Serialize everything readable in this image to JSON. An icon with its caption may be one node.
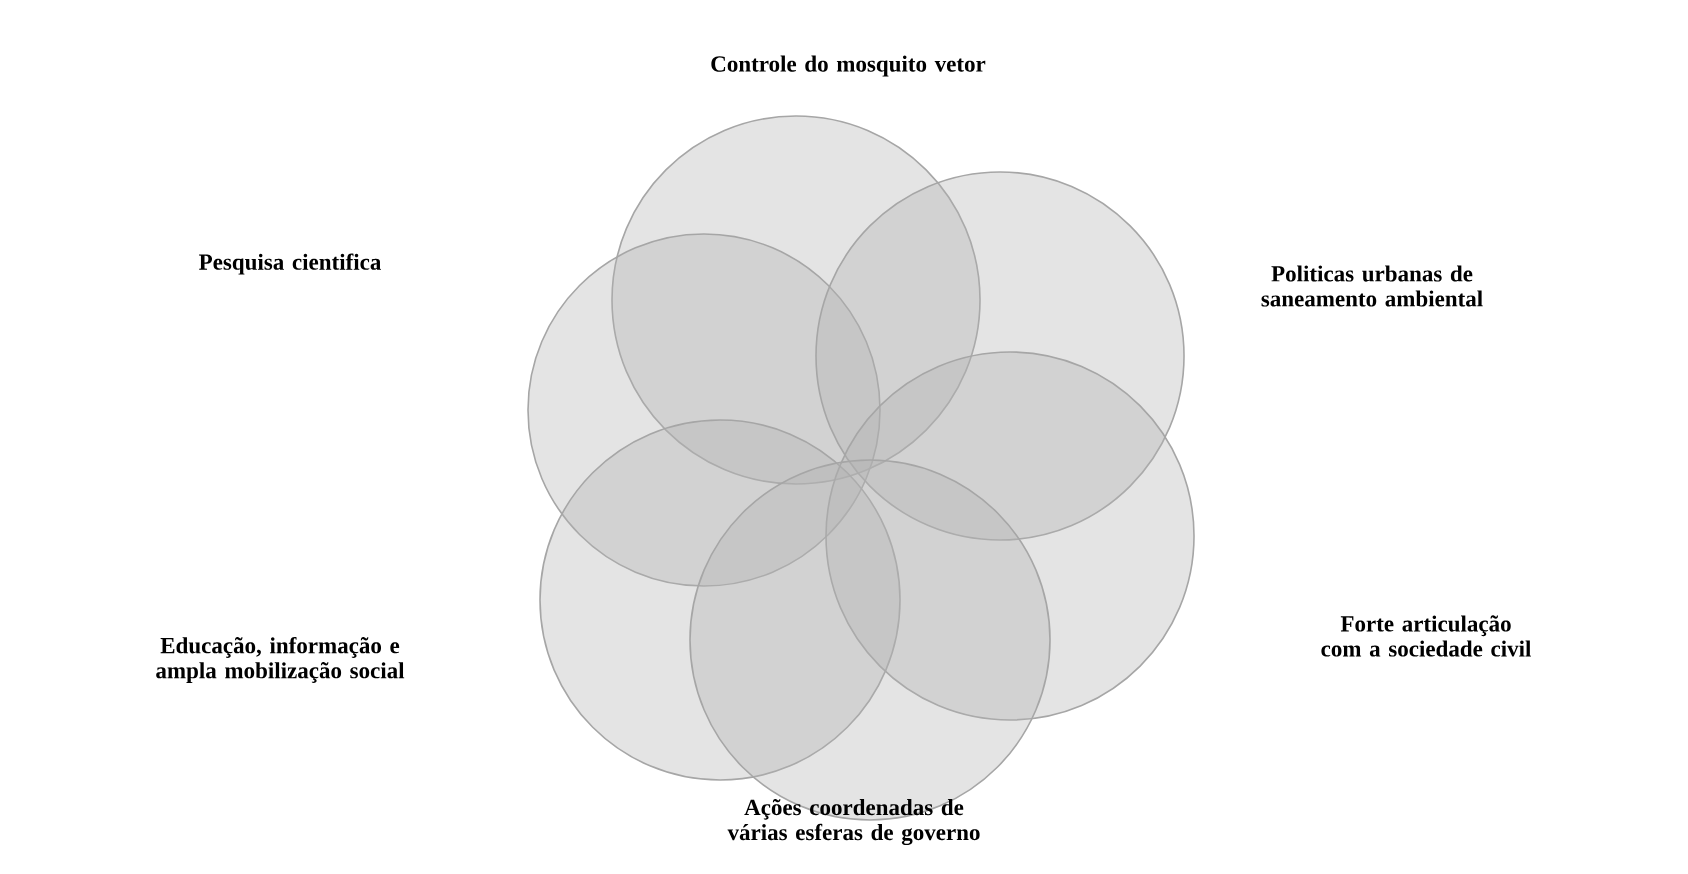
{
  "diagram": {
    "nodes": [
      {
        "text": [],
        "shape": "circle"
      },
      {
        "text": [],
        "shape": "circle"
      },
      {
        "text": [],
        "shape": "circle"
      },
      {
        "text": [],
        "shape": "circle"
      },
      {
        "text": [],
        "shape": "circle"
      },
      {
        "text": [],
        "shape": "circle"
      }
    ],
    "labels": [
      "Controle do mosquito vetor",
      "Pesquisa cientifica",
      "Politicas urbanas de saneamento ambiental",
      "Educação, informação e ampla mobilização social",
      "Forte articulação com a sociedade civil",
      "Ações coordenadas de várias esferas de governo"
    ]
  }
}
